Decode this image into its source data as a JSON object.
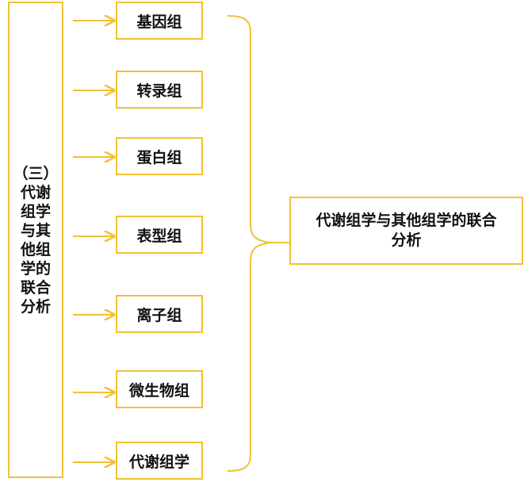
{
  "left_box": {
    "lines": [
      "（三）",
      "代谢",
      "组学",
      "与其",
      "他组",
      "学的",
      "联合",
      "分析"
    ]
  },
  "omics": [
    {
      "label": "基因组"
    },
    {
      "label": "转录组"
    },
    {
      "label": "蛋白组"
    },
    {
      "label": "表型组"
    },
    {
      "label": "离子组"
    },
    {
      "label": "微生物组"
    },
    {
      "label": "代谢组学"
    }
  ],
  "result_box": {
    "line1": "代谢组学与其他组学的联合",
    "line2": "分析"
  },
  "colors": {
    "accent": "#f0c132"
  }
}
